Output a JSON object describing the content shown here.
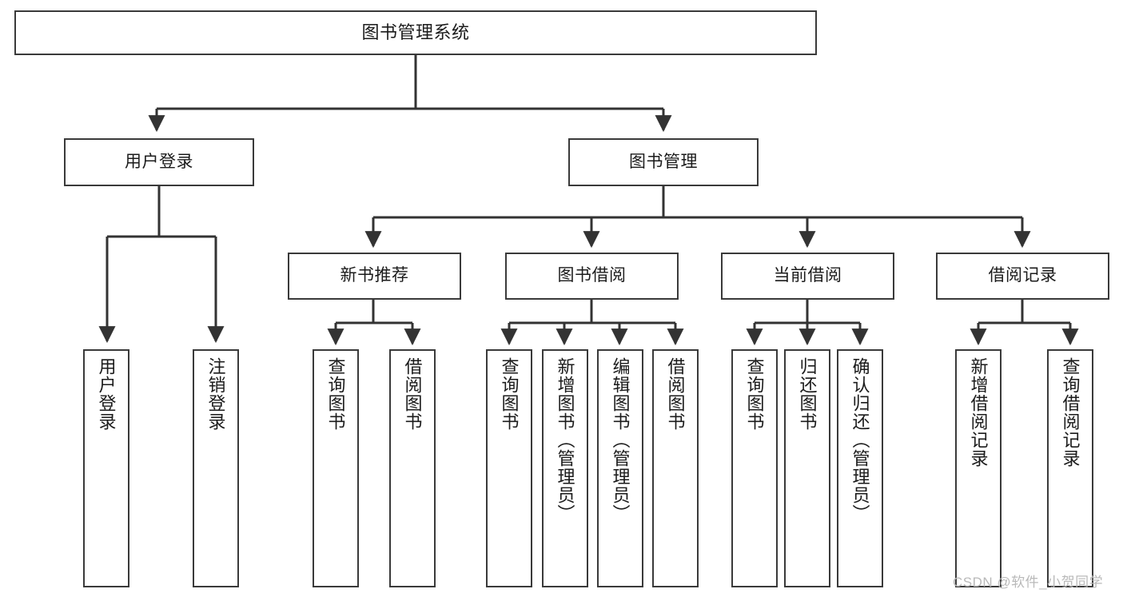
{
  "diagram": {
    "title": "图书管理系统",
    "type": "hierarchy-tree",
    "watermark": "CSDN @软件_小贺同学",
    "colors": {
      "background": "#ffffff",
      "box_border": "#3a3a3a",
      "box_fill": "#ffffff",
      "connector": "#333333",
      "text": "#1b1b1b",
      "watermark": "#b9b9b9"
    },
    "nodes": {
      "root": {
        "label": "图书管理系统"
      },
      "level2": [
        {
          "label": "用户登录"
        },
        {
          "label": "图书管理"
        }
      ],
      "level3": [
        {
          "label": "新书推荐"
        },
        {
          "label": "图书借阅"
        },
        {
          "label": "当前借阅"
        },
        {
          "label": "借阅记录"
        }
      ],
      "leaves_user_login": [
        {
          "label": "用户登录"
        },
        {
          "label": "注销登录"
        }
      ],
      "leaves_new_book": [
        {
          "label": "查询图书"
        },
        {
          "label": "借阅图书"
        }
      ],
      "leaves_borrow": [
        {
          "label": "查询图书"
        },
        {
          "label": "新增图书（管理员）"
        },
        {
          "label": "编辑图书（管理员）"
        },
        {
          "label": "借阅图书"
        }
      ],
      "leaves_current": [
        {
          "label": "查询图书"
        },
        {
          "label": "归还图书"
        },
        {
          "label": "确认归还（管理员）"
        }
      ],
      "leaves_records": [
        {
          "label": "新增借阅记录"
        },
        {
          "label": "查询借阅记录"
        }
      ]
    }
  }
}
